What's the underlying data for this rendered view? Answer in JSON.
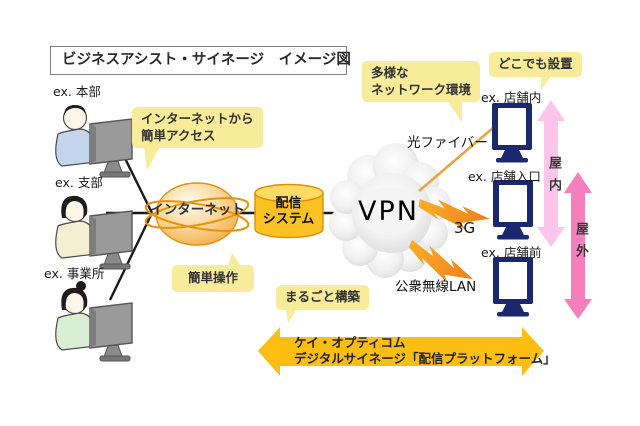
{
  "title": "ビジネスアシスト・サイネージ　イメージ図",
  "sources": {
    "items": [
      {
        "label": "ex. 本部"
      },
      {
        "label": "ex. 支部"
      },
      {
        "label": "ex. 事業所"
      }
    ]
  },
  "bubbles": {
    "easy_access": {
      "line1": "インターネットから",
      "line2": "簡単アクセス"
    },
    "easy_operation": "簡単操作",
    "network_env": {
      "line1": "多様な",
      "line2": "ネットワーク環境"
    },
    "place_anywhere": "どこでも設置",
    "whole_build": "まるごと構築"
  },
  "nodes": {
    "internet": "インターネット",
    "delivery": {
      "line1": "配信",
      "line2": "システム"
    },
    "vpn": "VPN"
  },
  "links": {
    "fiber": "光ファイバー",
    "mobile": "3G",
    "wireless_lan": "公衆無線LAN"
  },
  "displays": {
    "items": [
      {
        "label": "ex. 店舗内"
      },
      {
        "label": "ex. 店舗入口"
      },
      {
        "label": "ex. 店舗前"
      }
    ]
  },
  "zones": {
    "indoor": "屋内",
    "outdoor": "屋外"
  },
  "banner": {
    "line1": "ケイ・オプティコム",
    "line2": "デジタルサイネージ「配信プラットフォーム」"
  },
  "colors": {
    "bubble": "#F8EC9A",
    "banner": "#FCBE13",
    "orange": "#F7941E",
    "navy": "#1A2870",
    "pink_light": "#FBC6EA",
    "pink_dark": "#F57FBD",
    "globe_edge": "#E49010",
    "globe_ring": "#E8920A",
    "cloud": "#D9D9D9"
  }
}
